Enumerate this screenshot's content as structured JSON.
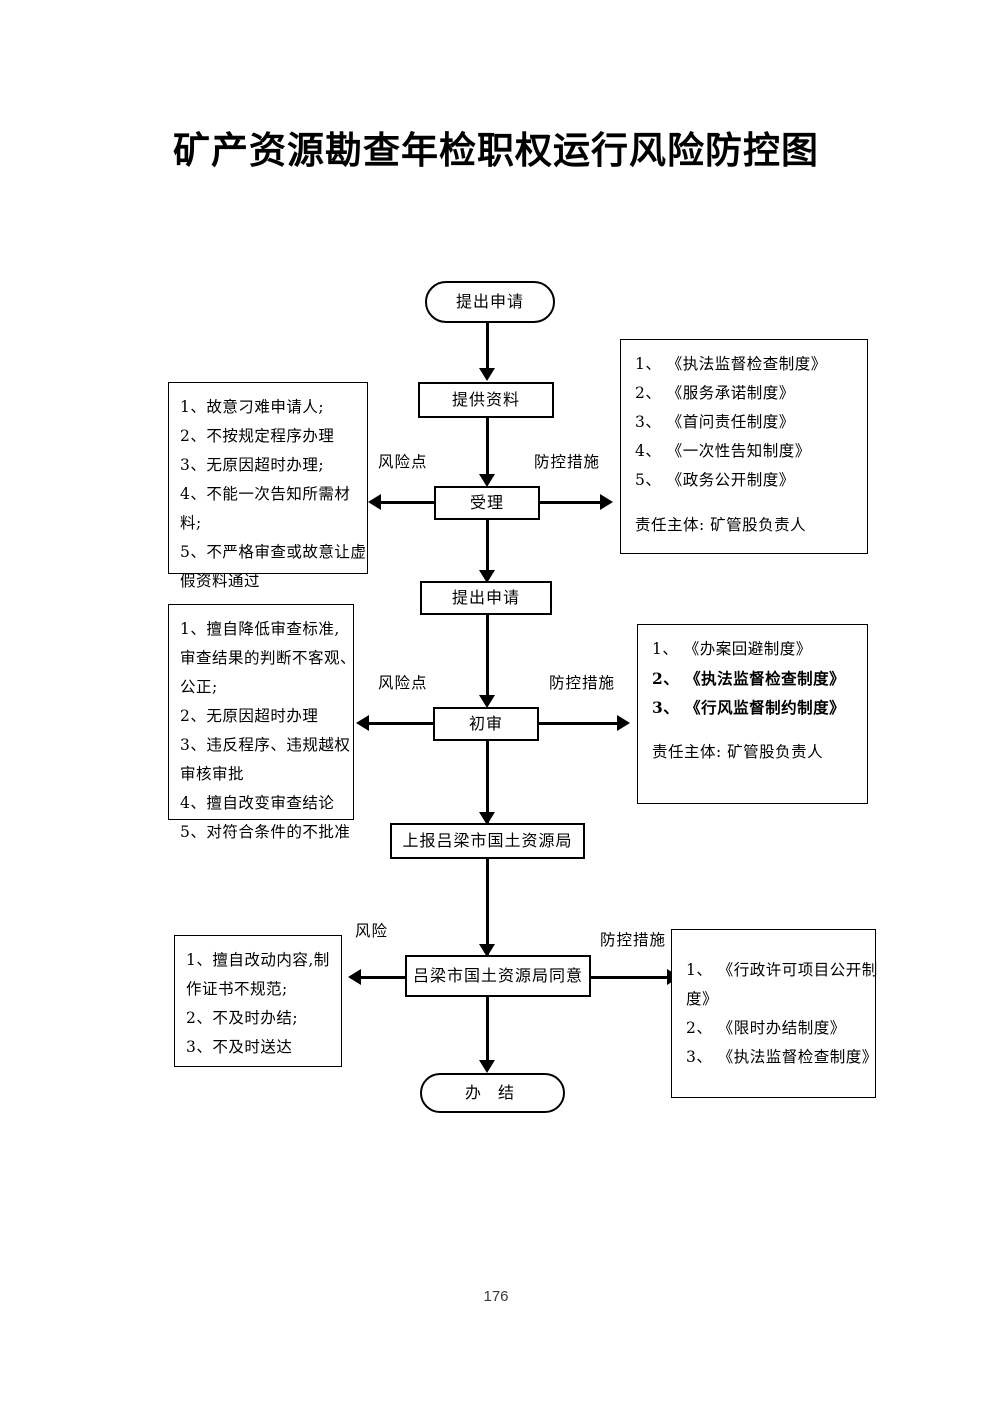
{
  "document": {
    "title": "矿产资源勘查年检职权运行风险防控图",
    "page_number": "176"
  },
  "flow_nodes": {
    "start": "提出申请",
    "provide_materials": "提供资料",
    "accept": "受理",
    "submit_application": "提出申请",
    "first_review": "初审",
    "report_to_bureau": "上报吕梁市国土资源局",
    "bureau_approval": "吕梁市国土资源局同意",
    "end": "办  结"
  },
  "edge_labels": {
    "risk_point_1": "风险点",
    "measure_label_1": "防控措施",
    "risk_point_2": "风险点",
    "measure_label_2": "防控措施",
    "risk_3": "风险",
    "measure_label_3": "防控措施"
  },
  "risk_panels": [
    {
      "id": "risk-accept",
      "lines": [
        "1、故意刁难申请人;",
        "2、不按规定程序办理",
        "3、无原因超时办理;",
        "4、不能一次告知所需材",
        "料;",
        "5、不严格审查或故意让虚",
        "假资料通过"
      ]
    },
    {
      "id": "risk-first-review",
      "lines": [
        "1、擅自降低审查标准,",
        "审查结果的判断不客观、",
        "公正;",
        "2、无原因超时办理",
        "3、违反程序、违规越权",
        "审核审批",
        "4、擅自改变审查结论",
        "5、对符合条件的不批准"
      ]
    },
    {
      "id": "risk-bureau-approval",
      "lines": [
        "1、擅自改动内容,制",
        "作证书不规范;",
        "2、不及时办结;",
        "3、不及时送达"
      ]
    }
  ],
  "measure_panels": [
    {
      "id": "measures-accept",
      "lines": [
        {
          "text": "1、 《执法监督检查制度》",
          "bold": false
        },
        {
          "text": "2、 《服务承诺制度》",
          "bold": false
        },
        {
          "text": "3、 《首问责任制度》",
          "bold": false
        },
        {
          "text": "4、 《一次性告知制度》",
          "bold": false
        },
        {
          "text": "5、 《政务公开制度》",
          "bold": false
        }
      ],
      "responsible": "责任主体: 矿管股负责人"
    },
    {
      "id": "measures-first-review",
      "lines": [
        {
          "text": "1、 《办案回避制度》",
          "bold": false
        },
        {
          "text": "2、 《执法监督检查制度》",
          "bold": true
        },
        {
          "text": "3、 《行风监督制约制度》",
          "bold": true
        }
      ],
      "responsible": "责任主体: 矿管股负责人"
    },
    {
      "id": "measures-bureau-approval",
      "lines": [
        {
          "text": "1、 《行政许可项目公开制",
          "bold": false
        },
        {
          "text": "度》",
          "bold": false
        },
        {
          "text": "2、 《限时办结制度》",
          "bold": false
        },
        {
          "text": "3、 《执法监督检查制度》",
          "bold": false
        }
      ],
      "responsible": ""
    }
  ]
}
